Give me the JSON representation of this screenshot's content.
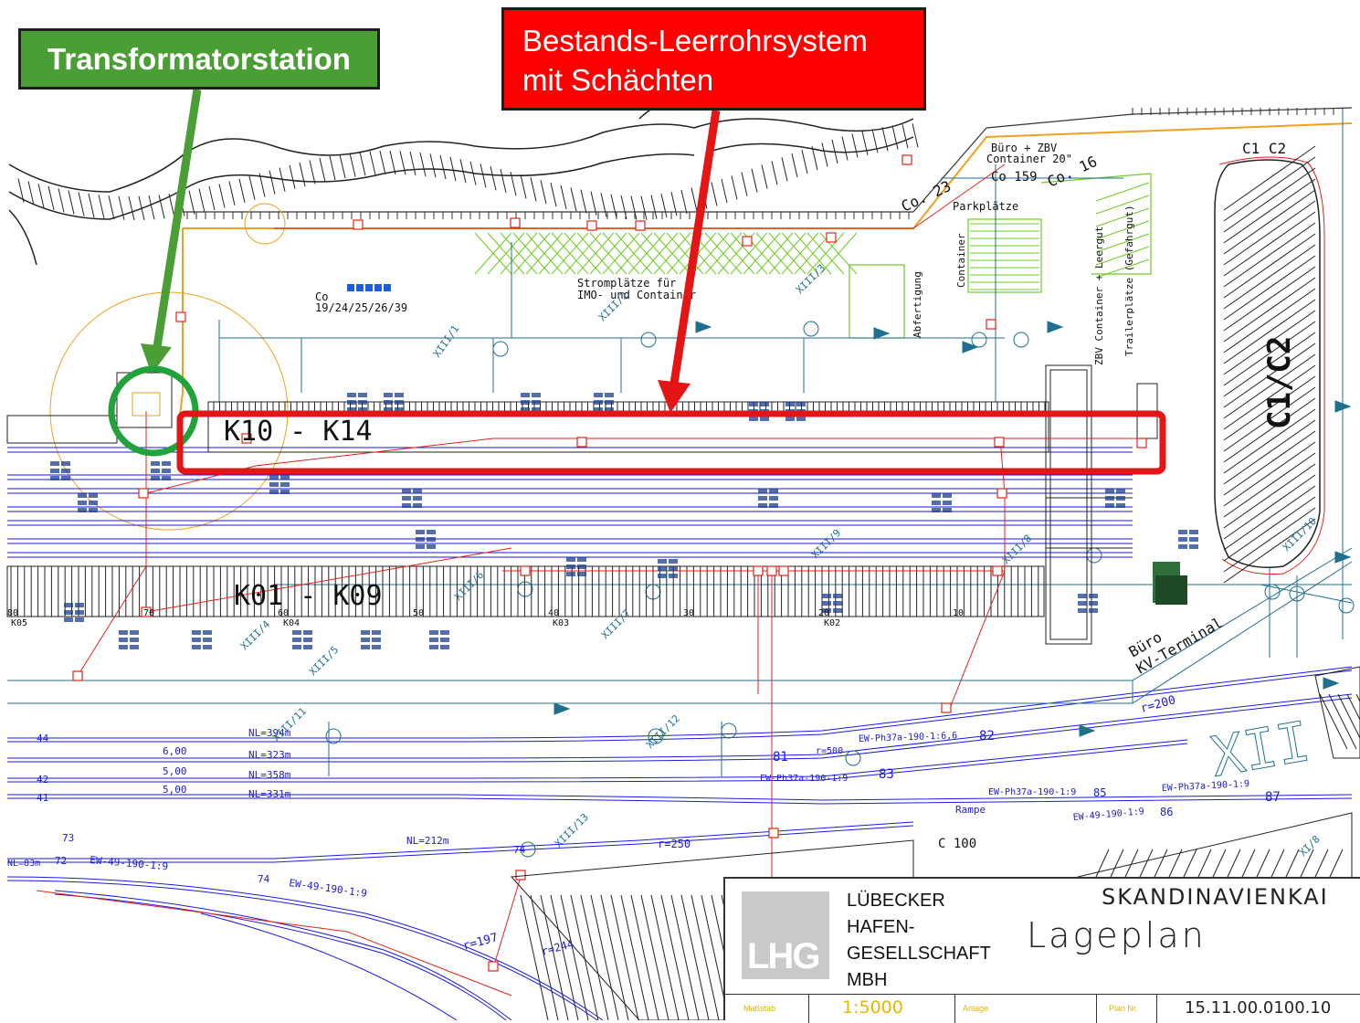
{
  "callouts": {
    "transformer": "Transformatorstation",
    "conduit_line1": "Bestands-Leerrohrsystem",
    "conduit_line2": "mit Schächten"
  },
  "map_labels": {
    "berth_north": "K10 - K14",
    "berth_south": "K01 - K09",
    "buero_zbv": "Büro + ZBV",
    "container_20": "Container 20\"",
    "co_23": "Co. 23",
    "co_159": "Co 159",
    "co_16": "Co. 16",
    "parkplaetze": "Parkplätze",
    "co_list_a": "Co",
    "co_list_b": "19/24/25/26/39",
    "stromplaetze_a": "Stromplätze für",
    "stromplaetze_b": "IMO- und Container",
    "abfertigung": "Abfertigung",
    "container_v": "Container",
    "zbv_container": "ZBV Container + Leergut",
    "trailerplaetze": "Trailerplätze (Gefahrgut)",
    "c1c2_big": "C1/C2",
    "c1c2_top": "C1 C2",
    "buero_kv": "Büro",
    "kv_terminal": "KV-Terminal",
    "sector_xii": "XII",
    "c100": "C 100",
    "rampe": "Rampe",
    "r200": "r=200",
    "r250": "r=250",
    "r500": "r=500",
    "r197": "r=197",
    "r244": "r=244",
    "nl1": "NL=394m",
    "nl2": "NL=323m",
    "nl3": "NL=358m",
    "nl4": "NL=331m",
    "nl5": "NL=212m",
    "nl6": "NL=83m",
    "ew1": "EW-Ph37a-190-1:6,6",
    "ew2": "EW-Ph37a-190-1:9",
    "ew3": "EW-Ph37a-190-1:9",
    "ew4": "EW-Ph37a-190-1:9",
    "ew5": "EW-49-190-1:9",
    "ew6": "EW-49-190-1:9",
    "ew7": "EW-49-190-1:9",
    "d600": "6,00",
    "d500a": "5,00",
    "d500b": "5,00",
    "n44": "44",
    "n42": "42",
    "n41": "41",
    "n73": "73",
    "n72": "72",
    "n74a": "74",
    "n74b": "74",
    "n81": "81",
    "n82": "82",
    "n83": "83",
    "n85": "85",
    "n86": "86",
    "n87": "87",
    "k05": "K05",
    "k04": "K04",
    "k03": "K03",
    "k02": "K02",
    "m80": "80",
    "m70": "70",
    "m60": "60",
    "m50": "50",
    "m40": "40",
    "m30": "30",
    "m20": "20",
    "m10": "10",
    "x1": "XIII/1",
    "x2": "XIII/2",
    "x3": "XIII/3",
    "x4": "XIII/4",
    "x5": "XIII/5",
    "x6": "XIII/6",
    "x7": "XIII/7",
    "x8": "XIII/8",
    "x9": "XIII/9",
    "x10": "XIII/10",
    "x11": "XIII/11",
    "x12": "XIII/12",
    "x13": "XIII/13",
    "xi8": "XI/8"
  },
  "title_block": {
    "company_1": "LÜBECKER",
    "company_2": "HAFEN-",
    "company_3": "GESELLSCHAFT",
    "company_4": "MBH",
    "logo_text": "LHG",
    "project": "SKANDINAVIENKAI",
    "title": "Lageplan",
    "scale_label": "Maßstab",
    "scale": "1:5000",
    "anlage_label": "Anlage",
    "plan_nr_label": "Plan Nr.",
    "plan_nr": "15.11.00.0100.10"
  },
  "colors": {
    "callout_green": "#4b9e35",
    "callout_red": "#ff0000",
    "highlight_red": "#e41515",
    "track_blue": "#1a1adf",
    "utility_teal": "#1f6f8f",
    "parking_green": "#6ccc22",
    "cable_red": "#e2231a",
    "orange_line": "#f0a020"
  }
}
